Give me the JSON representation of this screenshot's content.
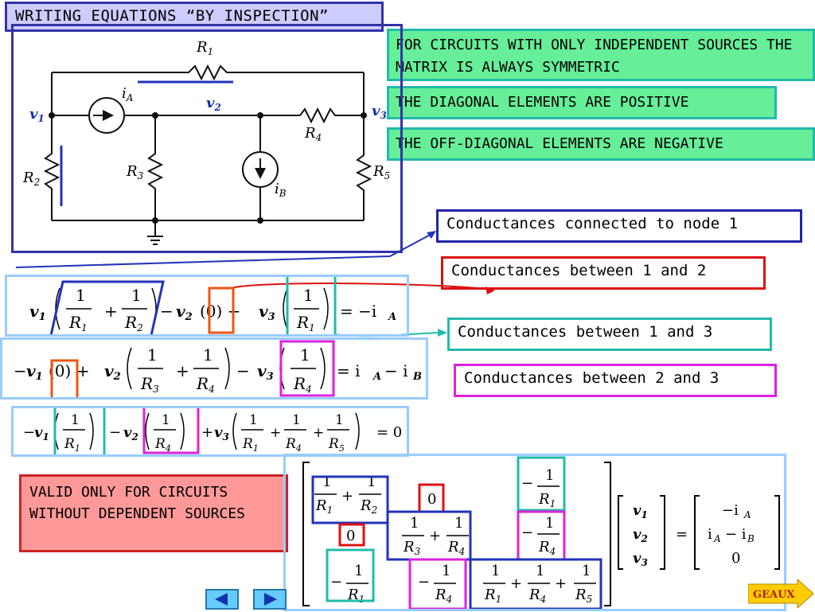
{
  "title": "WRITING EQUATIONS “BY INSPECTION”",
  "notes": {
    "symmetric": "FOR CIRCUITS WITH ONLY INDEPENDENT SOURCES THE MATRIX IS ALWAYS SYMMETRIC",
    "diagonal": "THE DIAGONAL ELEMENTS ARE POSITIVE",
    "off_diagonal": "THE OFF-DIAGONAL ELEMENTS ARE NEGATIVE"
  },
  "callouts": {
    "node1": "Conductances connected to node 1",
    "between_12": "Conductances between 1 and 2",
    "between_13": "Conductances between 1 and 3",
    "between_23": "Conductances between 2 and 3"
  },
  "valid_note": "VALID ONLY FOR CIRCUITS WITHOUT DEPENDENT SOURCES",
  "circuit": {
    "R1": "R",
    "R1_sub": "1",
    "R2": "R",
    "R2_sub": "2",
    "R3": "R",
    "R3_sub": "3",
    "R4": "R",
    "R4_sub": "4",
    "R5": "R",
    "R5_sub": "5",
    "iA": "i",
    "iA_sub": "A",
    "iB": "i",
    "iB_sub": "B",
    "v1": "v",
    "v1_sub": "1",
    "v2": "v",
    "v2_sub": "2",
    "v3": "v",
    "v3_sub": "3"
  },
  "equations": {
    "eq1_rhs": "= −i",
    "eq2_rhs": "= i",
    "eq3_rhs": "= 0"
  },
  "matrix": {
    "zero": "0",
    "rhs_top": "−i",
    "rhs_mid": "i",
    "rhs_bot": "0"
  },
  "nav": {
    "next_label": "GEAUX"
  },
  "colors": {
    "title_bg": "#ccccff",
    "note_bg": "#66ee99",
    "valid_bg": "#ff9999",
    "nav": "#66ccff"
  }
}
